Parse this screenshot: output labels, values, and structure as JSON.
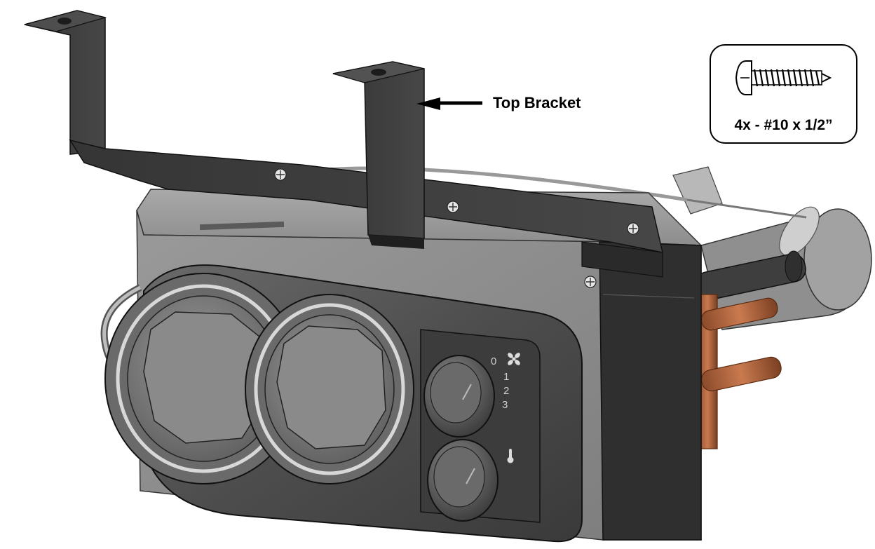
{
  "callout": {
    "label": "Top Bracket"
  },
  "hardware": {
    "label": "4x - #10 x 1/2”",
    "icon": "screw-icon"
  },
  "fan_dial": {
    "positions": [
      "0",
      "1",
      "2",
      "3"
    ],
    "icon": "fan-icon"
  },
  "temp_dial": {
    "icon": "thermometer-icon"
  },
  "colors": {
    "bracket": "#3a3a3a",
    "housing": "#8c8c8c",
    "faceplate": "#4a4a4a",
    "copper": "#b0603a",
    "line": "#000000"
  }
}
